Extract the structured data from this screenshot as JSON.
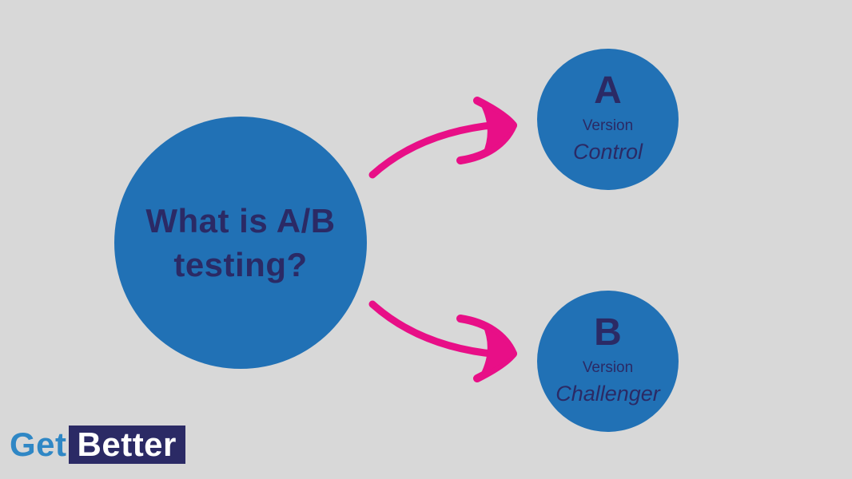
{
  "canvas": {
    "background": "#d8d8d8"
  },
  "colors": {
    "circle_fill": "#2171b5",
    "text_navy": "#2b2a65",
    "arrow_pink": "#e80f87",
    "logo_get_blue": "#2f87c5",
    "logo_box_navy": "#2b2a65",
    "logo_better_white": "#ffffff"
  },
  "main_circle": {
    "line1": "What is A/B",
    "line2": "testing?"
  },
  "variants": [
    {
      "letter": "A",
      "label": "Version",
      "name": "Control"
    },
    {
      "letter": "B",
      "label": "Version",
      "name": "Challenger"
    }
  ],
  "icons": {
    "arrow_a": "hand-drawn-curved-arrow-up-right",
    "arrow_b": "hand-drawn-curved-arrow-down-right"
  },
  "logo": {
    "part1": "Get",
    "part2": "Better"
  }
}
